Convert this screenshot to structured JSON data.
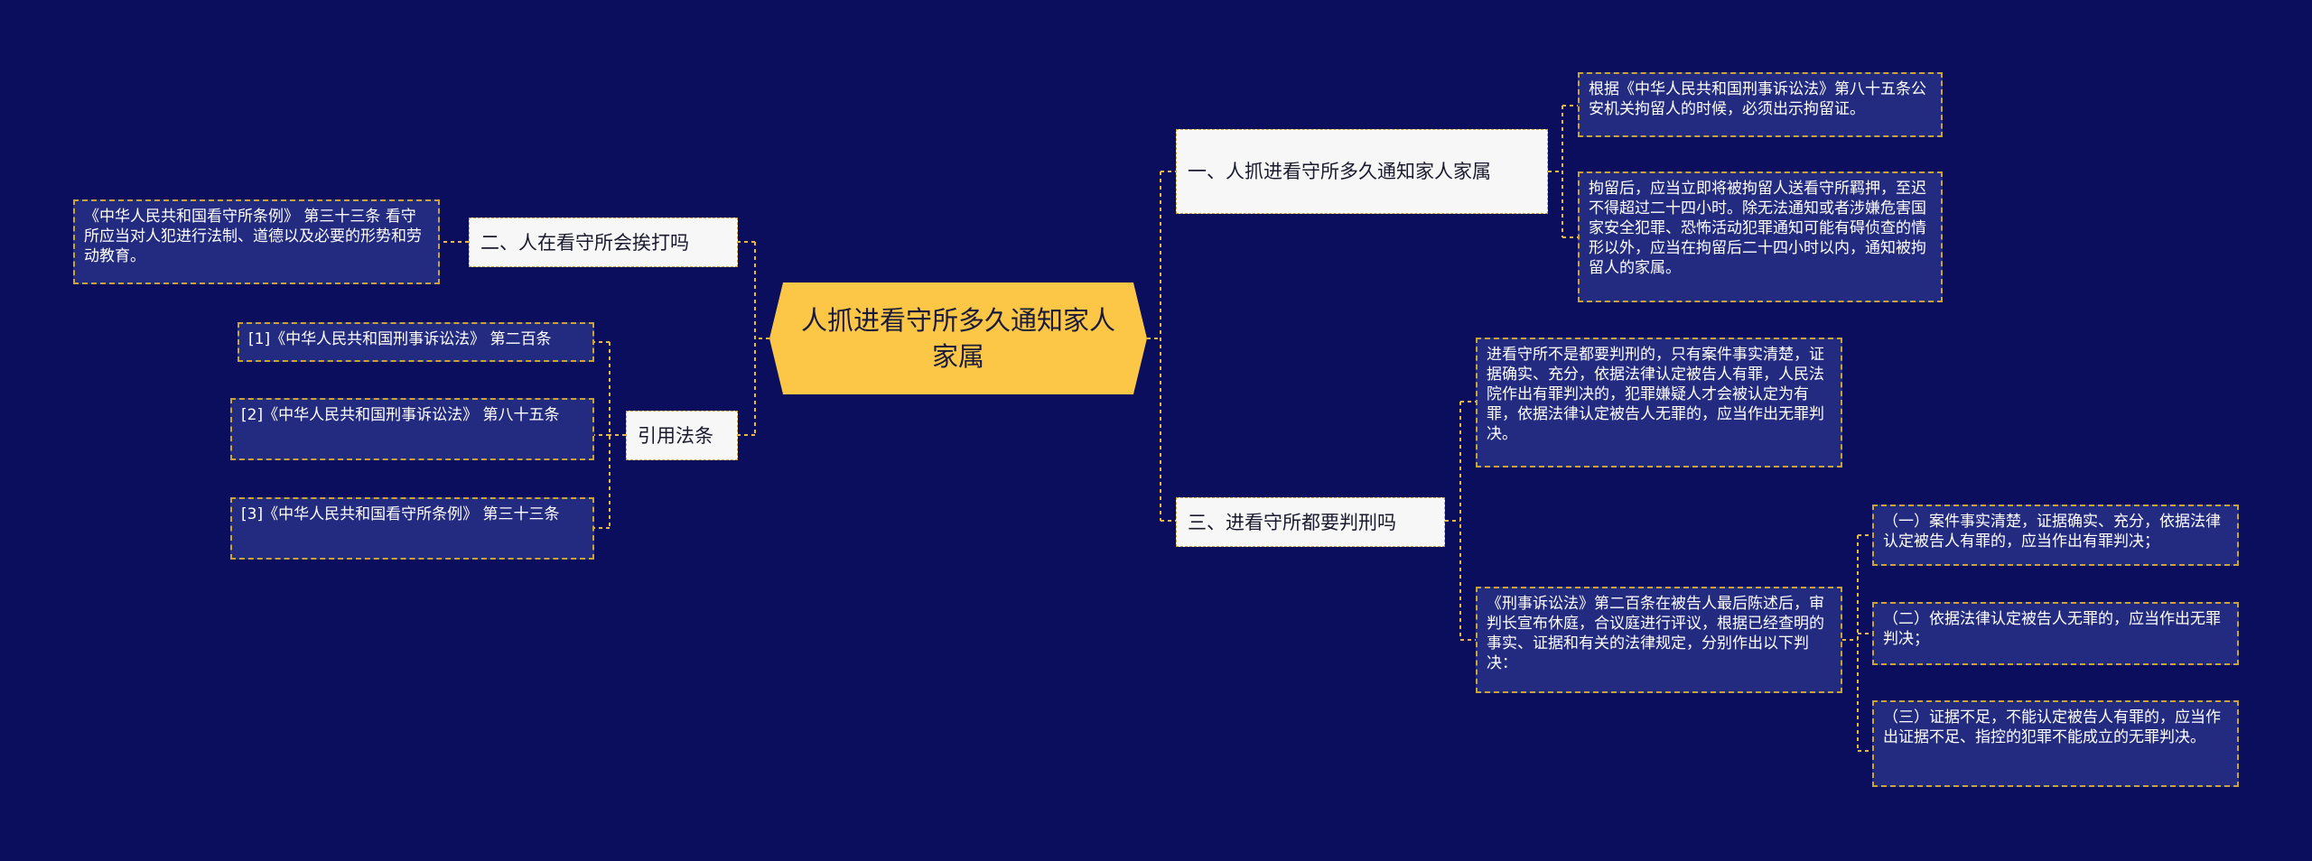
{
  "root": {
    "label": "人抓进看守所多久通知家人家属"
  },
  "branches": {
    "b1": {
      "label": "一、人抓进看守所多久通知家人家属",
      "leaves": [
        "根据《中华人民共和国刑事诉讼法》第八十五条公安机关拘留人的时候，必须出示拘留证。",
        "拘留后，应当立即将被拘留人送看守所羁押，至迟不得超过二十四小时。除无法通知或者涉嫌危害国家安全犯罪、恐怖活动犯罪通知可能有碍侦查的情形以外，应当在拘留后二十四小时以内，通知被拘留人的家属。"
      ]
    },
    "b2": {
      "label": "二、人在看守所会挨打吗",
      "leaves": [
        "《中华人民共和国看守所条例》 第三十三条 看守所应当对人犯进行法制、道德以及必要的形势和劳动教育。"
      ]
    },
    "b3": {
      "label": "三、进看守所都要判刑吗",
      "leaves": [
        "进看守所不是都要判刑的，只有案件事实清楚，证据确实、充分，依据法律认定被告人有罪，人民法院作出有罪判决的，犯罪嫌疑人才会被认定为有罪，依据法律认定被告人无罪的，应当作出无罪判决。",
        "《刑事诉讼法》第二百条在被告人最后陈述后，审判长宣布休庭，合议庭进行评议，根据已经查明的事实、证据和有关的法律规定，分别作出以下判决："
      ],
      "subleaves": [
        "（一）案件事实清楚，证据确实、充分，依据法律认定被告人有罪的，应当作出有罪判决；",
        "（二）依据法律认定被告人无罪的，应当作出无罪判决；",
        "（三）证据不足，不能认定被告人有罪的，应当作出证据不足、指控的犯罪不能成立的无罪判决。"
      ]
    },
    "b4": {
      "label": "引用法条",
      "leaves": [
        "[1]《中华人民共和国刑事诉讼法》 第二百条",
        "[2]《中华人民共和国刑事诉讼法》 第八十五条",
        "[3]《中华人民共和国看守所条例》 第三十三条"
      ]
    }
  },
  "colors": {
    "background": "#0a0e5c",
    "root_fill": "#fcc646",
    "connector": "#e8b93a",
    "leaf_fill": "#232b80",
    "branch_fill": "#f7f7f7"
  }
}
